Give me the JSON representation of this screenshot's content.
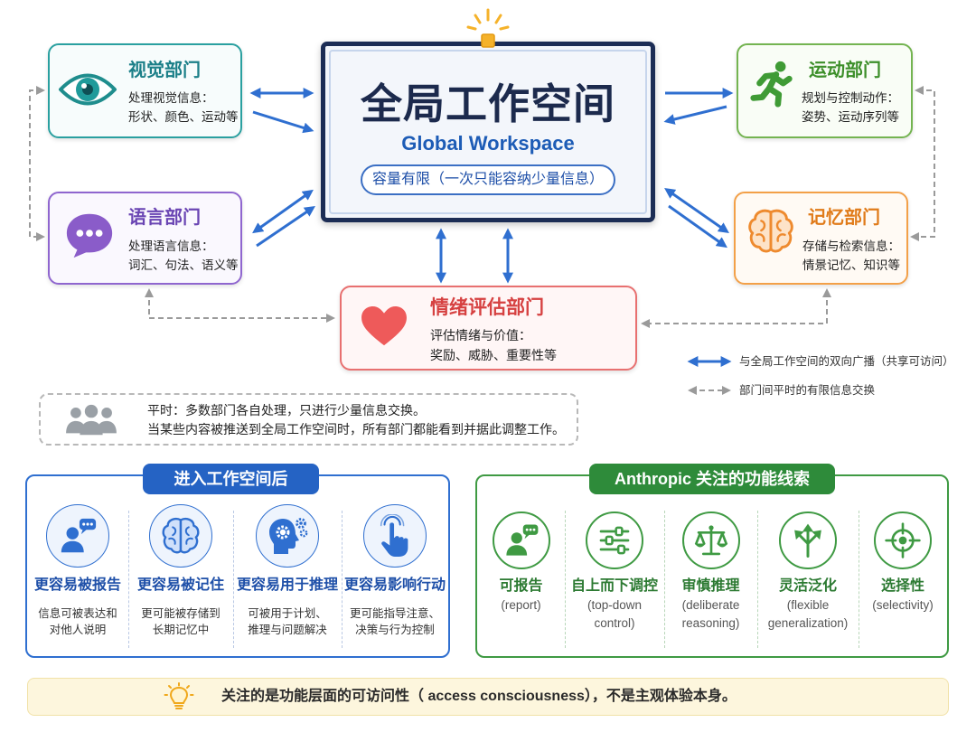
{
  "center": {
    "title": "全局工作空间",
    "subtitle": "Global Workspace",
    "capacity": "容量有限（一次只能容纳少量信息）",
    "icon": "lamp-icon",
    "color": "#1c2d55"
  },
  "departments": {
    "vision": {
      "title": "视觉部门",
      "lines": [
        "处理视觉信息：",
        "形状、颜色、运动等"
      ],
      "icon": "eye-icon",
      "color": "#1b7f88"
    },
    "language": {
      "title": "语言部门",
      "lines": [
        "处理语言信息：",
        "词汇、句法、语义等"
      ],
      "icon": "speech-bubble-icon",
      "color": "#6a45b3"
    },
    "motor": {
      "title": "运动部门",
      "lines": [
        "规划与控制动作：",
        "姿势、运动序列等"
      ],
      "icon": "running-person-icon",
      "color": "#3d8f2a"
    },
    "memory": {
      "title": "记忆部门",
      "lines": [
        "存储与检索信息：",
        "情景记忆、知识等"
      ],
      "icon": "brain-icon",
      "color": "#e07b1a"
    },
    "emotion": {
      "title": "情绪评估部门",
      "lines": [
        "评估情绪与价值：",
        "奖励、威胁、重要性等"
      ],
      "icon": "heart-icon",
      "color": "#d64141"
    }
  },
  "legend": {
    "broadcast": "与全局工作空间的双向广播（共享可访问）",
    "exchange": "部门间平时的有限信息交换",
    "broadcast_color": "#2f6fd0",
    "exchange_color": "#9a9a9a"
  },
  "note": {
    "lines": [
      "平时：多数部门各自处理，只进行少量信息交换。",
      "当某些内容被推送到全局工作空间时，所有部门都能看到并据此调整工作。"
    ],
    "icon": "people-group-icon"
  },
  "workspace_effects": {
    "title": "进入工作空间后",
    "color": "#2563c4",
    "items": [
      {
        "title": "更容易被报告",
        "desc": [
          "信息可被表达和",
          "对他人说明"
        ],
        "icon": "person-speech-icon"
      },
      {
        "title": "更容易被记住",
        "desc": [
          "更可能被存储到",
          "长期记忆中"
        ],
        "icon": "brain-icon"
      },
      {
        "title": "更容易用于推理",
        "desc": [
          "可被用于计划、",
          "推理与问题解决"
        ],
        "icon": "head-gears-icon"
      },
      {
        "title": "更容易影响行动",
        "desc": [
          "更可能指导注意、",
          "决策与行为控制"
        ],
        "icon": "hand-pointer-icon"
      }
    ]
  },
  "functional_cues": {
    "title": "Anthropic 关注的功能线索",
    "color": "#2e8b3a",
    "items": [
      {
        "title": "可报告",
        "sub": [
          "(report)"
        ],
        "icon": "person-speech-icon"
      },
      {
        "title": "自上而下调控",
        "sub": [
          "(top-down",
          "control)"
        ],
        "icon": "sliders-icon"
      },
      {
        "title": "审慎推理",
        "sub": [
          "(deliberate",
          "reasoning)"
        ],
        "icon": "balance-scale-icon"
      },
      {
        "title": "灵活泛化",
        "sub": [
          "(flexible",
          "generalization)"
        ],
        "icon": "split-arrows-icon"
      },
      {
        "title": "选择性",
        "sub": [
          "(selectivity)"
        ],
        "icon": "target-icon"
      }
    ]
  },
  "footer": {
    "text": "关注的是功能层面的可访问性（ access consciousness），不是主观体验本身。",
    "icon": "lightbulb-icon",
    "color": "#fdf6dd"
  }
}
